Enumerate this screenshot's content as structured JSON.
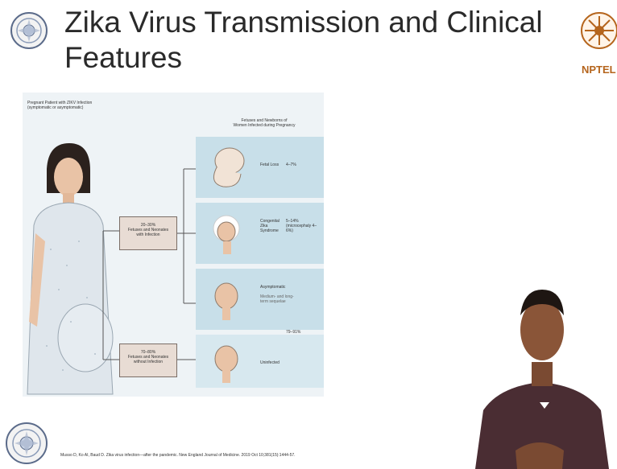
{
  "slide": {
    "title_line1": "Zika Virus Transmission and Clinical",
    "title_line2": "Features",
    "logo_right_text": "NPTEL"
  },
  "figure": {
    "patient_label_line1": "Pregnant Patient with ZIKV Infection",
    "patient_label_line2": "(symptomatic or asymptomatic)",
    "outcomes_header_line1": "Fetuses and Newborns of",
    "outcomes_header_line2": "Women Infected during Pregnancy",
    "box_infected_pct": "20–30%",
    "box_infected_line1": "Fetuses and Neonates",
    "box_infected_line2": "with Infection",
    "box_uninfected_pct": "70–80%",
    "box_uninfected_line1": "Fetuses and Neonates",
    "box_uninfected_line2": "without Infection",
    "outcomes": [
      {
        "label": "Fetal Loss",
        "value": "4–7%"
      },
      {
        "label": "Congenital Zika Syndrome",
        "value": "5–14% (microcephaly 4–6%)"
      },
      {
        "label": "Asymptomatic",
        "value": "Medium- and long-term sequelae"
      },
      {
        "label": "Uninfected",
        "value": "79–91%"
      }
    ]
  },
  "citation": "Musso D, Ko AI, Baud D. Zika virus infection—after the pandemic. New England Journal of Medicine. 2019 Oct 10;381(15):1444-57."
}
